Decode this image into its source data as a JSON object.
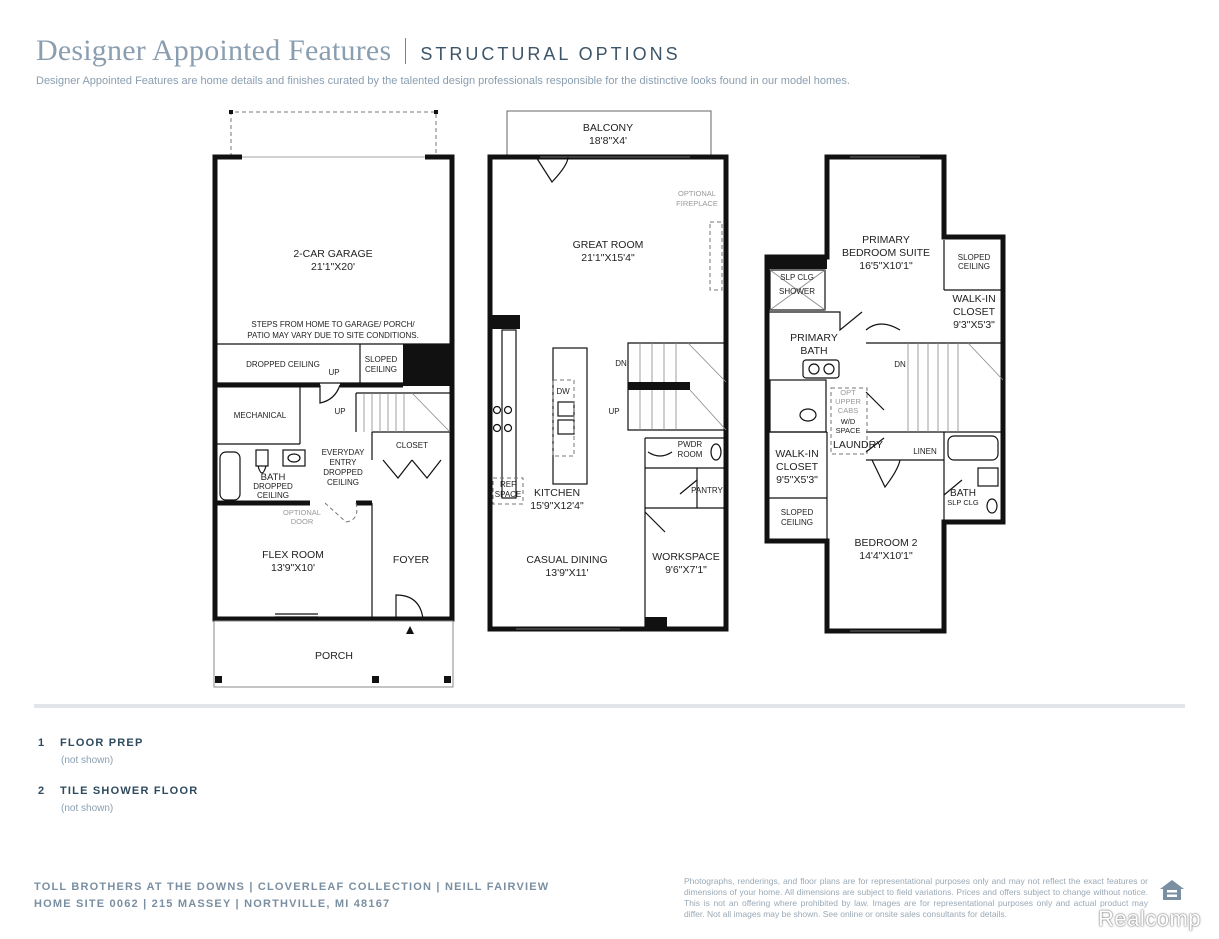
{
  "header": {
    "title": "Designer Appointed Features",
    "subtitle": "STRUCTURAL OPTIONS",
    "description": "Designer Appointed Features are home details and finishes curated by the talented design professionals responsible for the distinctive looks found in our model homes."
  },
  "plan_labels": {
    "garage": "2-CAR GARAGE",
    "garage_dim": "21'1\"X20'",
    "steps_note_1": "STEPS FROM HOME TO GARAGE/ PORCH/",
    "steps_note_2": "PATIO MAY VARY DUE TO SITE CONDITIONS.",
    "dropped_ceiling": "DROPPED CEILING",
    "sloped_1": "SLOPED",
    "ceiling_1": "CEILING",
    "up_1": "UP",
    "up_2": "UP",
    "mechanical": "MECHANICAL",
    "closet": "CLOSET",
    "everyday_1": "EVERYDAY",
    "everyday_2": "ENTRY",
    "everyday_3": "DROPPED",
    "everyday_4": "CEILING",
    "bath_1": "BATH",
    "bath_1_a": "DROPPED",
    "bath_1_b": "CEILING",
    "optional_1": "OPTIONAL",
    "optional_2": "DOOR",
    "flex": "FLEX ROOM",
    "flex_dim": "13'9\"X10'",
    "foyer": "FOYER",
    "porch": "PORCH",
    "balcony": "BALCONY",
    "balcony_dim": "18'8\"X4'",
    "fireplace_1": "OPTIONAL",
    "fireplace_2": "FIREPLACE",
    "great": "GREAT ROOM",
    "great_dim": "21'1\"X15'4\"",
    "dn_1": "DN",
    "up_3": "UP",
    "dw": "DW",
    "pwdr_1": "PWDR",
    "pwdr_2": "ROOM",
    "pantry": "PANTRY",
    "ref_1": "REF",
    "ref_2": "SPACE",
    "kitchen": "KITCHEN",
    "kitchen_dim": "15'9\"X12'4\"",
    "dining": "CASUAL DINING",
    "dining_dim": "13'9\"X11'",
    "workspace": "WORKSPACE",
    "workspace_dim": "9'6\"X7'1\"",
    "primary_suite_1": "PRIMARY",
    "primary_suite_2": "BEDROOM SUITE",
    "primary_suite_dim": "16'5\"X10'1\"",
    "sloped_2": "SLOPED",
    "ceiling_2": "CEILING",
    "slp_clg_1": "SLP CLG",
    "shower": "SHOWER",
    "walkin_1": "WALK-IN",
    "walkin_1b": "CLOSET",
    "walkin_1_dim": "9'3\"X5'3\"",
    "primary_bath_1": "PRIMARY",
    "primary_bath_2": "BATH",
    "dn_2": "DN",
    "opt_1": "OPT",
    "opt_2": "UPPER",
    "opt_3": "CABS",
    "wd_1": "W/D",
    "wd_2": "SPACE",
    "laundry": "LAUNDRY",
    "linen": "LINEN",
    "walkin_2": "WALK-IN",
    "walkin_2b": "CLOSET",
    "walkin_2_dim": "9'5\"X5'3\"",
    "sloped_3": "SLOPED",
    "ceiling_3": "CEILING",
    "bath_2": "BATH",
    "slp_clg_2": "SLP CLG",
    "bed2": "BEDROOM 2",
    "bed2_dim": "14'4\"X10'1\""
  },
  "features": [
    {
      "num": "1",
      "label": "FLOOR PREP",
      "note": "(not shown)"
    },
    {
      "num": "2",
      "label": "TILE SHOWER FLOOR",
      "note": "(not shown)"
    }
  ],
  "footer": {
    "line1": "TOLL BROTHERS AT THE DOWNS | CLOVERLEAF COLLECTION | NEILL FAIRVIEW",
    "line2": "HOME SITE 0062 | 215 MASSEY | NORTHVILLE, MI 48167",
    "disclaimer": "Photographs, renderings, and floor plans are for representational purposes only and may not reflect the exact features or dimensions of your home. All dimensions are subject to field variations. Prices and offers subject to change without notice. This is not an offering where prohibited by law. Images are for representational purposes only and actual product may differ. Not all images may be shown. See online or onsite sales consultants for details.",
    "watermark": "Realcomp"
  },
  "colors": {
    "title": "#8a9eb0",
    "subtitle": "#3d5568",
    "wall": "#111111",
    "muted": "#9aa9b6"
  },
  "icons": [
    "equal-housing-icon"
  ]
}
